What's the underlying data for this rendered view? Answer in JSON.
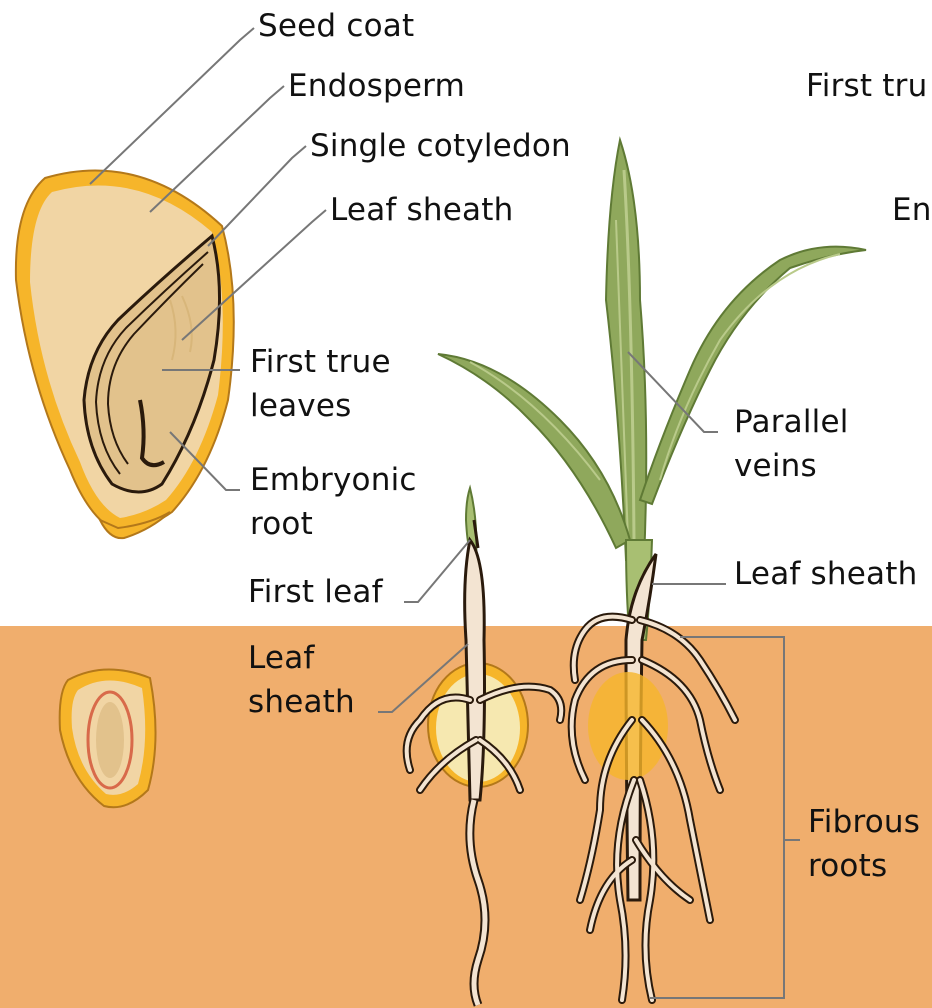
{
  "labels": {
    "seed_coat": "Seed coat",
    "endosperm": "Endosperm",
    "single_cotyledon": "Single cotyledon",
    "leaf_sheath_seed": "Leaf sheath",
    "first_true_leaves": "First true\nleaves",
    "embryonic_root": "Embryonic\nroot",
    "first_true_cut": "First tru",
    "en_cut": "En",
    "parallel_veins": "Parallel\nveins",
    "leaf_sheath_plant": "Leaf sheath",
    "first_leaf": "First leaf",
    "leaf_sheath_seedling": "Leaf\nsheath",
    "fibrous_roots": "Fibrous\nroots"
  },
  "colors": {
    "soil": "#f0ae6d",
    "seed_coat": "#f6b52a",
    "endosperm": "#f1d5a4",
    "embryo": "#e2c28c",
    "leaf": "#8fa85c",
    "leaf_dark": "#5f7a35",
    "root": "#f3e4d2",
    "root_outline": "#2a1a0c"
  }
}
